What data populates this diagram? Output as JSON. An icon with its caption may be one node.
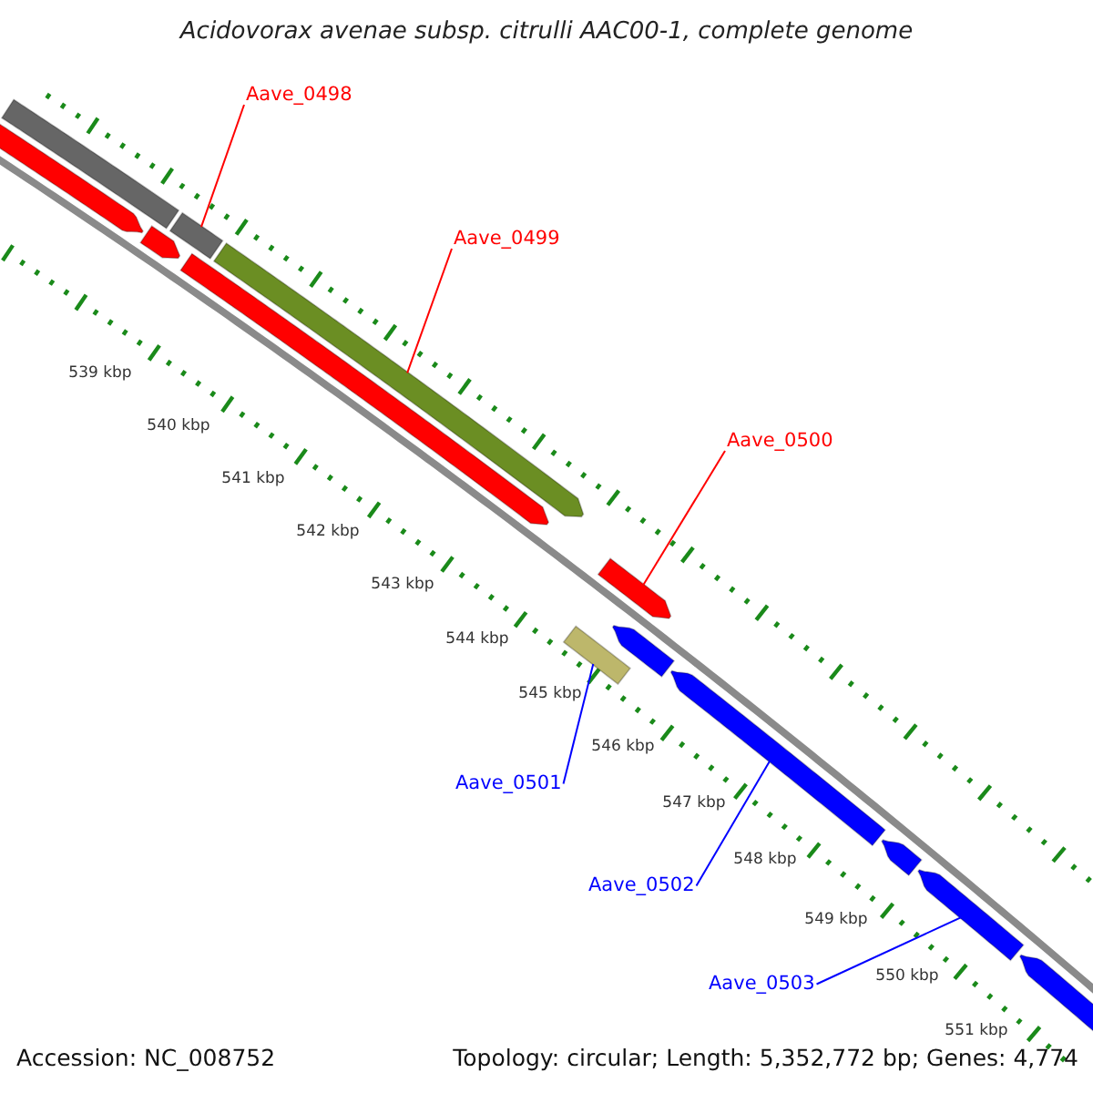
{
  "diagram": {
    "title": "Acidovorax avenae subsp. citrulli AAC00-1, complete genome",
    "nodes": [
      {
        "text": [
          "Aave_0498"
        ]
      },
      {
        "text": [],
        "shape": "bar"
      },
      {
        "text": [
          "Aave_0499"
        ]
      },
      {
        "text": [],
        "shape": "bar"
      },
      {
        "text": [
          "Aave_0500"
        ]
      },
      {
        "text": [],
        "shape": "bar"
      },
      {
        "text": [
          "Aave_0501"
        ]
      },
      {
        "text": [],
        "shape": "bar"
      },
      {
        "text": [
          "Aave_0502"
        ]
      },
      {
        "text": [],
        "shape": "bar"
      },
      {
        "text": [
          "Aave_0503"
        ]
      },
      {
        "text": [],
        "shape": "bar"
      },
      {
        "text": [],
        "shape": "bar"
      },
      {
        "text": [],
        "shape": "bar"
      },
      {
        "text": [],
        "shape": "bar"
      },
      {
        "text": [],
        "shape": "bar"
      },
      {
        "text": [],
        "shape": "bar"
      },
      {
        "text": [],
        "shape": "bar"
      },
      {
        "text": [],
        "shape": "bar"
      }
    ],
    "edges": [
      {
        "from": 0,
        "to": 1,
        "arrow": "none"
      },
      {
        "from": 2,
        "to": 3,
        "arrow": "none"
      },
      {
        "from": 4,
        "to": 5,
        "arrow": "none"
      },
      {
        "from": 6,
        "to": 7,
        "arrow": "none",
        "color": "#0000ff"
      },
      {
        "from": 8,
        "to": 9,
        "arrow": "none",
        "color": "#0000ff"
      },
      {
        "from": 10,
        "to": 11,
        "arrow": "none",
        "color": "#0000ff"
      }
    ],
    "labels": [
      "539 kbp",
      "540 kbp",
      "541 kbp",
      "542 kbp",
      "543 kbp",
      "544 kbp",
      "545 kbp",
      "546 kbp",
      "547 kbp",
      "548 kbp",
      "549 kbp",
      "550 kbp",
      "551 kbp",
      "Accession: NC_008752",
      "Topology: circular; Length: 5,352,772 bp; Genes: 4,774"
    ]
  }
}
